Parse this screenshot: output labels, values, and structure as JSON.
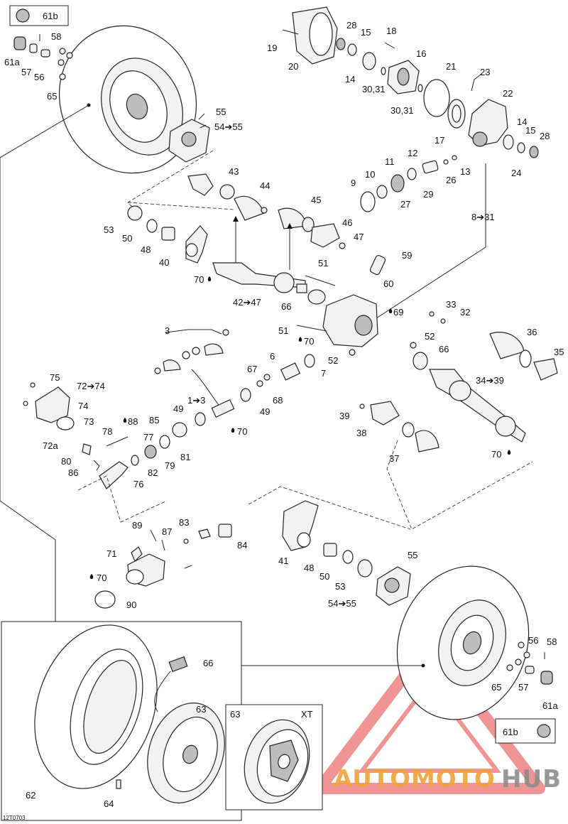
{
  "figure_code": "12T0703",
  "watermark": {
    "part1": "AUTOMOTO",
    "part2": "HUB",
    "color1": "#f0a23a",
    "color2": "#8c8c8c",
    "triangle_color": "#e23b3b"
  },
  "callouts": {
    "c61b_top": "61b",
    "c58_top": "58",
    "c61a_top": "61a",
    "c57_top": "57",
    "c56_top": "56",
    "c65_top": "65",
    "c55_top": "55",
    "c54_55_top": "54➔55",
    "c19": "19",
    "c20": "20",
    "c28a": "28",
    "c15a": "15",
    "c18": "18",
    "c16": "16",
    "c14a": "14",
    "c30_31a": "30,31",
    "c30_31b": "30,31",
    "c21": "21",
    "c23": "23",
    "c22": "22",
    "c17": "17",
    "c14b": "14",
    "c15b": "15",
    "c28b": "28",
    "c24": "24",
    "c12": "12",
    "c11": "11",
    "c10": "10",
    "c9": "9",
    "c13": "13",
    "c26": "26",
    "c29": "29",
    "c27": "27",
    "c8_31": "8➔31",
    "c43": "43",
    "c44": "44",
    "c45": "45",
    "c46": "46",
    "c47": "47",
    "c53_top": "53",
    "c50_top": "50",
    "c48_top": "48",
    "c40": "40",
    "c70a": "70",
    "c42_47": "42➔47",
    "c59": "59",
    "c51a": "51",
    "c60": "60",
    "c66a": "66",
    "c69": "69",
    "c33": "33",
    "c32": "32",
    "c51b": "51",
    "c52a": "52",
    "c70b": "70",
    "c66b": "66",
    "c52b": "52",
    "c36": "36",
    "c35": "35",
    "c34_39": "34➔39",
    "c3": "3",
    "c6": "6",
    "c67": "67",
    "c7": "7",
    "c68": "68",
    "c1_3": "1➔3",
    "c49a": "49",
    "c49b": "49",
    "c70c": "70",
    "c85": "85",
    "c81": "81",
    "c79": "79",
    "c82": "82",
    "c76": "76",
    "c75": "75",
    "c72_74": "72➔74",
    "c74": "74",
    "c73": "73",
    "c72a": "72a",
    "c88": "88",
    "c78": "78",
    "c77": "77",
    "c80": "80",
    "c86": "86",
    "c39": "39",
    "c38": "38",
    "c37": "37",
    "c70d": "70",
    "c89": "89",
    "c87": "87",
    "c83": "83",
    "c84": "84",
    "c71": "71",
    "c70e": "70",
    "c90": "90",
    "c41": "41",
    "c48_bot": "48",
    "c50_bot": "50",
    "c53_bot": "53",
    "c55_bot": "55",
    "c54_55_bot": "54➔55",
    "c56_bot": "56",
    "c58_bot": "58",
    "c65_bot": "65",
    "c57_bot": "57",
    "c61a_bot": "61a",
    "c61b_bot": "61b",
    "c66_tire": "66",
    "c63a": "63",
    "c63b": "63",
    "c62": "62",
    "c64": "64",
    "xt": "XT"
  }
}
